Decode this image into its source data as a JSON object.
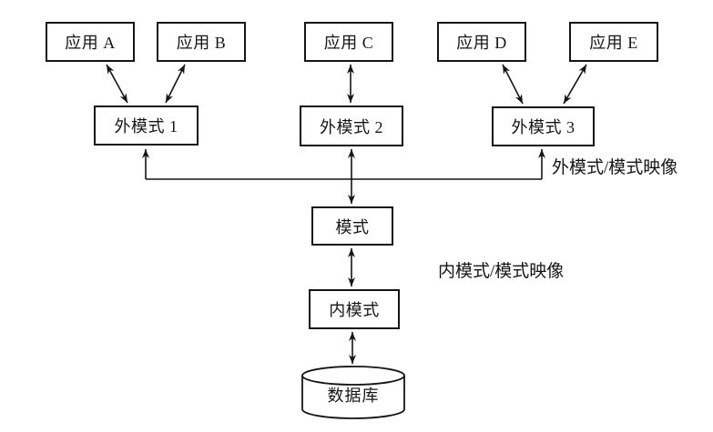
{
  "diagram": {
    "background_color": "#ffffff",
    "line_color": "#151515",
    "nodes": {
      "apps": [
        {
          "label": "应用 A"
        },
        {
          "label": "应用 B"
        },
        {
          "label": "应用 C"
        },
        {
          "label": "应用 D"
        },
        {
          "label": "应用 E"
        }
      ],
      "external_schemas": [
        {
          "label": "外模式 1"
        },
        {
          "label": "外模式 2"
        },
        {
          "label": "外模式 3"
        }
      ],
      "schema": {
        "label": "模式"
      },
      "internal_schema": {
        "label": "内模式"
      },
      "database": {
        "label": "数据库"
      }
    },
    "annotations": {
      "external_mapping": "外模式/模式映像",
      "internal_mapping": "内模式/模式映像"
    },
    "edges": [
      {
        "from": "应用 A",
        "to": "外模式 1",
        "style": "double-arrow"
      },
      {
        "from": "应用 B",
        "to": "外模式 1",
        "style": "double-arrow"
      },
      {
        "from": "应用 C",
        "to": "外模式 2",
        "style": "double-arrow"
      },
      {
        "from": "应用 D",
        "to": "外模式 3",
        "style": "double-arrow"
      },
      {
        "from": "应用 E",
        "to": "外模式 3",
        "style": "double-arrow"
      },
      {
        "from": "外模式 2",
        "to": "模式",
        "style": "double-arrow"
      },
      {
        "from": "模式",
        "to": "外模式 1",
        "style": "arrow-up"
      },
      {
        "from": "模式",
        "to": "外模式 3",
        "style": "arrow-up"
      },
      {
        "from": "模式",
        "to": "内模式",
        "style": "double-arrow"
      },
      {
        "from": "内模式",
        "to": "数据库",
        "style": "double-arrow"
      }
    ]
  }
}
